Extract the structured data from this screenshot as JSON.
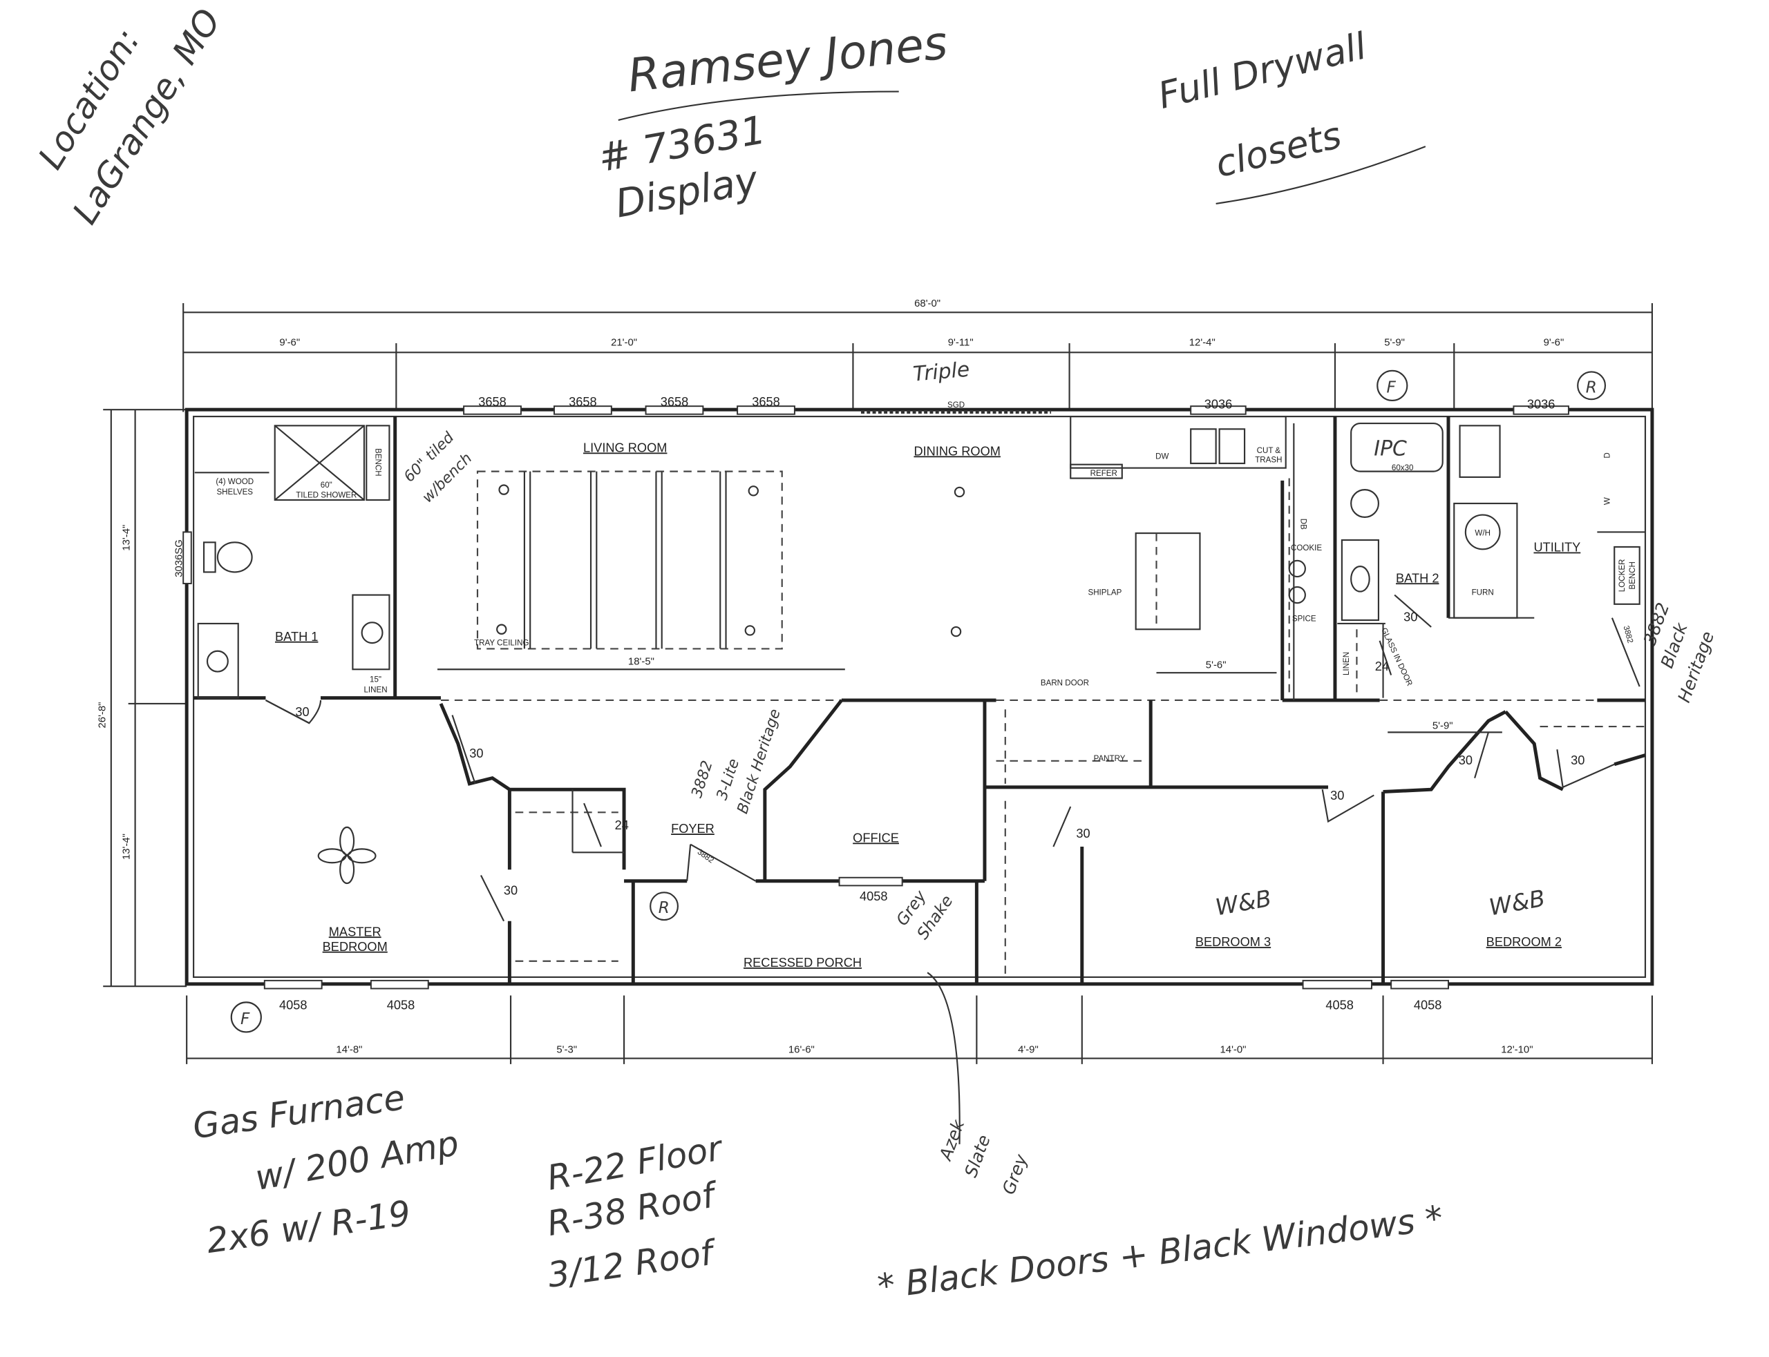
{
  "handwritten": {
    "location_1": "Location:",
    "location_2": "LaGrange, MO",
    "customer": "Ramsey Jones",
    "model_number": "# 73631",
    "display": "Display",
    "drywall_1": "Full Drywall",
    "drywall_2": "closets",
    "triple": "Triple",
    "shower_note_1": "60\" tiled",
    "shower_note_2": "w/bench",
    "front_door_1": "3882",
    "front_door_2": "3-Lite",
    "front_door_3": "Black Heritage",
    "grey_shake_1": "Grey",
    "grey_shake_2": "Shake",
    "azek_1": "Azek",
    "azek_2": "Slate",
    "azek_3": "Grey",
    "rear_door_1": "3882",
    "rear_door_2": "Black",
    "rear_door_3": "Heritage",
    "wb": "W&B",
    "ipc": "IPC",
    "f": "F",
    "r": "R",
    "furnace_1": "Gas Furnace",
    "furnace_2": "w/ 200 Amp",
    "walls": "2x6 w/ R-19",
    "floor": "R-22 Floor",
    "roof_r": "R-38 Roof",
    "roof_pitch": "3/12 Roof",
    "black": "* Black Doors + Black Windows *"
  },
  "dimensions": {
    "overall_width": "68'-0\"",
    "overall_depth": "26'-8\"",
    "half_depth": "13'-4\"",
    "top": [
      "9'-6\"",
      "21'-0\"",
      "9'-11\"",
      "12'-4\"",
      "5'-9\"",
      "9'-6\""
    ],
    "bottom": [
      "14'-8\"",
      "5'-3\"",
      "16'-6\"",
      "4'-9\"",
      "14'-0\"",
      "12'-10\""
    ],
    "tray": "18'-5\"",
    "island": "5'-6\"",
    "hall": "5'-9\""
  },
  "windows": {
    "living": "3658",
    "sgd": "SGD",
    "kitchen": "3036",
    "bath1": "3036SG",
    "bottom": "4058",
    "office": "4058"
  },
  "rooms": {
    "living": "LIVING ROOM",
    "dining": "DINING ROOM",
    "bath1": "BATH 1",
    "master_1": "MASTER",
    "master_2": "BEDROOM",
    "foyer": "FOYER",
    "office": "OFFICE",
    "porch": "RECESSED PORCH",
    "barn_door": "BARN DOOR",
    "pantry": "PANTRY",
    "bedroom3": "BEDROOM 3",
    "bedroom2": "BEDROOM 2",
    "bath2": "BATH 2",
    "utility": "UTILITY",
    "furn": "FURN",
    "wh": "W/H"
  },
  "fixtures": {
    "refer": "REFER",
    "dw": "DW",
    "cut_trash_1": "CUT &",
    "cut_trash_2": "TRASH",
    "db": "DB",
    "cookie": "COOKIE",
    "spice": "SPICE",
    "linen": "LINEN",
    "shiplap": "SHIPLAP",
    "tray_ceiling": "TRAY CEILING",
    "bench": "BENCH",
    "shelves_1": "(4) WOOD",
    "shelves_2": "SHELVES",
    "shower_1": "60\"",
    "shower_2": "TILED SHOWER",
    "linen15_1": "15\"",
    "linen15_2": "LINEN",
    "tub": "60x30",
    "locker_1": "LOCKER",
    "locker_2": "BENCH",
    "glass_door": "GLASS IN DOOR",
    "door3882": "3882",
    "d": "D",
    "w": "W"
  },
  "doors": {
    "d30": "30",
    "d24": "24"
  }
}
